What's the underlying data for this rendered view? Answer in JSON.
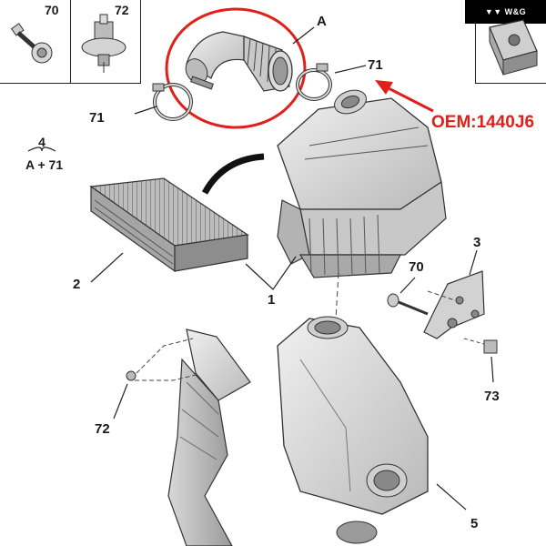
{
  "watermark": {
    "text": "W&G"
  },
  "callout": {
    "oem_text": "OEM:1440J6",
    "highlight_color": "#e0201a"
  },
  "parts_legend": [
    {
      "number": "70"
    },
    {
      "number": "72"
    }
  ],
  "labels": {
    "hose": "A",
    "clamp_left": "71",
    "clamp_right": "71",
    "group_top": "4",
    "group_bottom": "A + 71",
    "filter": "2",
    "housing": "1",
    "bolt": "70",
    "bracket": "3",
    "clip": "73",
    "screw": "72",
    "resonator": "5"
  }
}
